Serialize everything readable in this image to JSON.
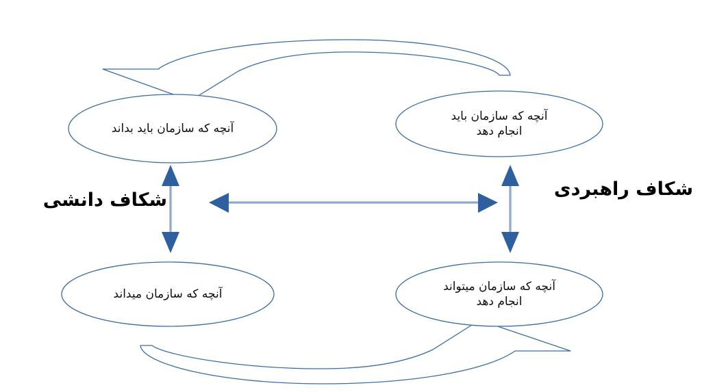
{
  "diagram": {
    "type": "cycle-gap-diagram",
    "language": "fa",
    "direction": "rtl",
    "background_color": "#ffffff",
    "colors": {
      "ellipse_stroke": "#3a6ba5",
      "arc_arrow_stroke": "#3a6ba5",
      "arrow_shaft": "#8faacb",
      "arrow_head": "#2e5f9e",
      "label_text": "#000000",
      "node_text": "#0d0d0d"
    },
    "nodes": [
      {
        "id": "should-know",
        "position": "top-left",
        "text": "آنچه که سازمان باید بداند"
      },
      {
        "id": "should-do",
        "position": "top-right",
        "text": "آنچه که سازمان باید\nانجام دهد"
      },
      {
        "id": "knows",
        "position": "bottom-left",
        "text": "آنچه که سازمان میداند"
      },
      {
        "id": "can-do",
        "position": "bottom-right",
        "text": "آنچه که سازمان میتواند\nانجام دهد"
      }
    ],
    "gap_labels": [
      {
        "id": "knowledge-gap",
        "text": "شکاف دانشی",
        "side": "left"
      },
      {
        "id": "strategic-gap",
        "text": "شکاف راهبردی",
        "side": "right"
      }
    ],
    "connectors": [
      {
        "id": "left-vertical-arrow",
        "kind": "double-headed-straight",
        "orientation": "vertical",
        "from": "should-know",
        "to": "knows"
      },
      {
        "id": "right-vertical-arrow",
        "kind": "double-headed-straight",
        "orientation": "vertical",
        "from": "should-do",
        "to": "can-do"
      },
      {
        "id": "center-horizontal-arrow",
        "kind": "double-headed-straight",
        "orientation": "horizontal",
        "from": "left-vertical-arrow",
        "to": "right-vertical-arrow"
      },
      {
        "id": "top-curved-arrow",
        "kind": "curved-block-arrow",
        "direction": "right-to-left",
        "from": "should-do",
        "to": "should-know"
      },
      {
        "id": "bottom-curved-arrow",
        "kind": "curved-block-arrow",
        "direction": "left-to-right",
        "from": "knows",
        "to": "can-do"
      }
    ]
  }
}
